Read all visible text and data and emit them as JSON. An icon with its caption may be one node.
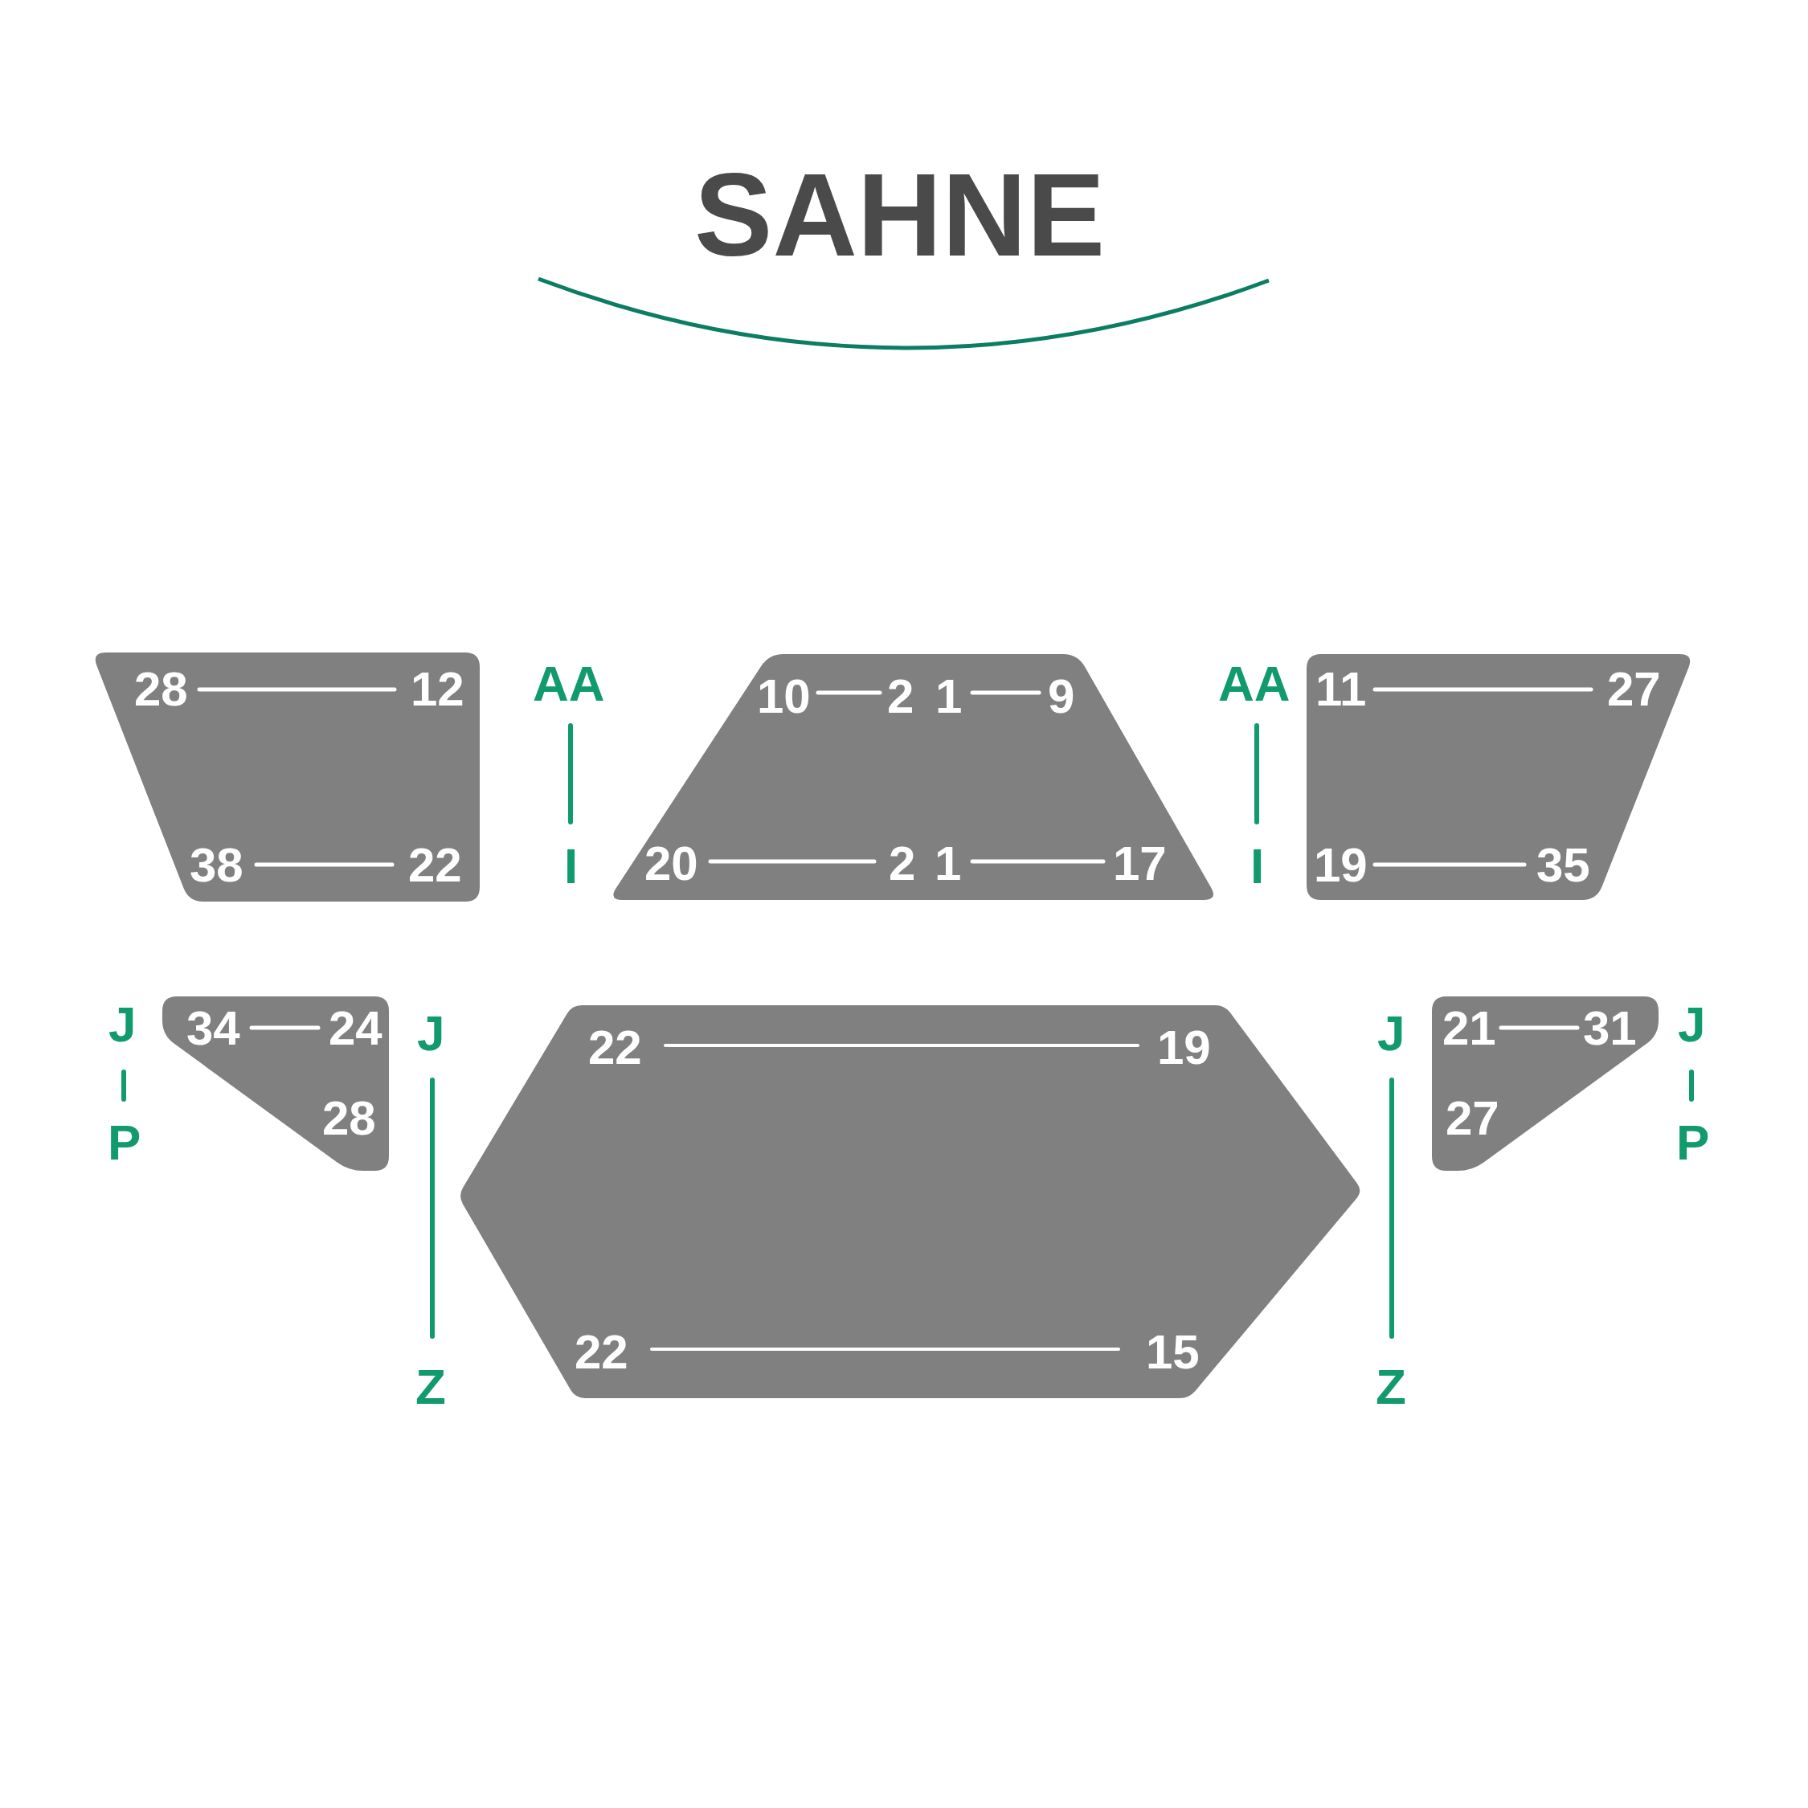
{
  "diagram": {
    "title": "SAHNE",
    "nodes": [
      {
        "text": [
          "28",
          "12",
          "38",
          "22"
        ]
      },
      {
        "text": [
          "10",
          "2",
          "1",
          "9",
          "20",
          "2",
          "1",
          "17"
        ]
      },
      {
        "text": [
          "11",
          "27",
          "19",
          "35"
        ]
      },
      {
        "text": [
          "34",
          "24",
          "28"
        ]
      },
      {
        "text": [
          "22",
          "19",
          "22",
          "15"
        ]
      },
      {
        "text": [
          "21",
          "31",
          "27"
        ]
      }
    ],
    "labels": [
      "AA",
      "AA",
      "I",
      "I",
      "J",
      "J",
      "J",
      "J",
      "P",
      "P",
      "Z",
      "Z"
    ]
  }
}
